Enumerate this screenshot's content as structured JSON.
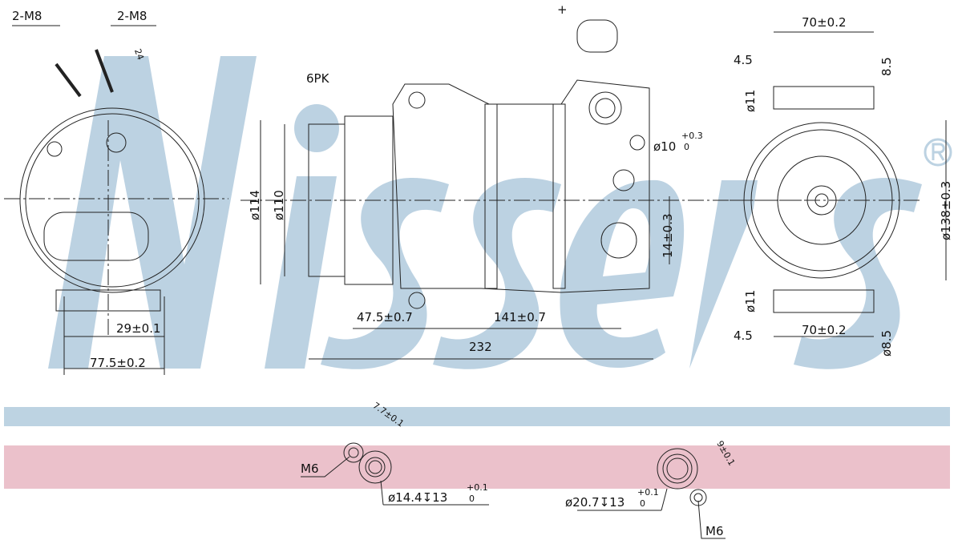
{
  "watermark": {
    "brand": "Nissens",
    "registered": "®"
  },
  "bands": {
    "blue": "#bdd3e2",
    "pink": "#ebc1cb"
  },
  "left_view": {
    "bolt_label_1": "2-M8",
    "bolt_label_2": "2-M8",
    "angle_dim": "24",
    "dim_29": "29±0.1",
    "dim_77_5": "77.5±0.2"
  },
  "front_view": {
    "connector_plus": "+",
    "pulley": "6PK",
    "dia_114": "ø114",
    "dia_110": "ø110",
    "hole_dia": "ø10",
    "hole_tol_upper": "+0.3",
    "hole_tol_lower": "0",
    "dim_14": "14±0.3",
    "dim_47_5": "47.5±0.7",
    "dim_141": "141±0.7",
    "dim_232": "232"
  },
  "right_view": {
    "top_70": "70±0.2",
    "top_4_5": "4.5",
    "top_8_5": "8.5",
    "top_dia11": "ø11",
    "dia_138": "ø138±0.3",
    "bot_dia11": "ø11",
    "bot_70": "70±0.2",
    "bot_4_5": "4.5",
    "bot_8_5": "ø8.5"
  },
  "port_1": {
    "thread": "M6",
    "offset": "7.7±0.1",
    "bore": "ø14.4↧13",
    "tol_upper": "+0.1",
    "tol_lower": "0"
  },
  "port_2": {
    "thread": "M6",
    "offset": "9±0.1",
    "bore": "ø20.7↧13",
    "tol_upper": "+0.1",
    "tol_lower": "0"
  }
}
